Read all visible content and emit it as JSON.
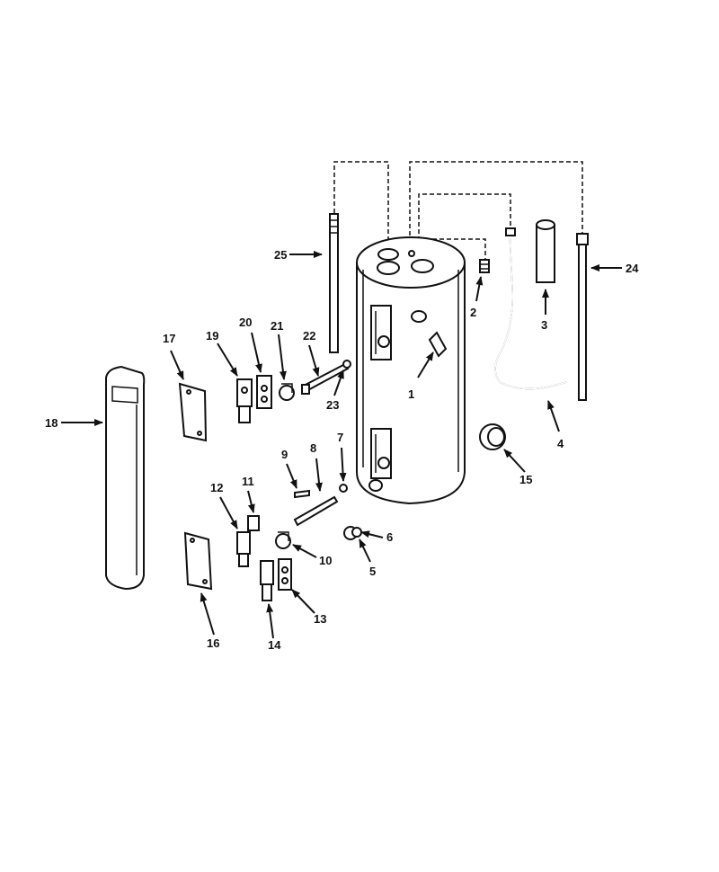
{
  "diagram": {
    "callouts": [
      "1",
      "2",
      "3",
      "4",
      "5",
      "6",
      "7",
      "8",
      "9",
      "10",
      "11",
      "12",
      "13",
      "14",
      "15",
      "16",
      "17",
      "18",
      "19",
      "20",
      "21",
      "22",
      "23",
      "24",
      "25"
    ]
  }
}
